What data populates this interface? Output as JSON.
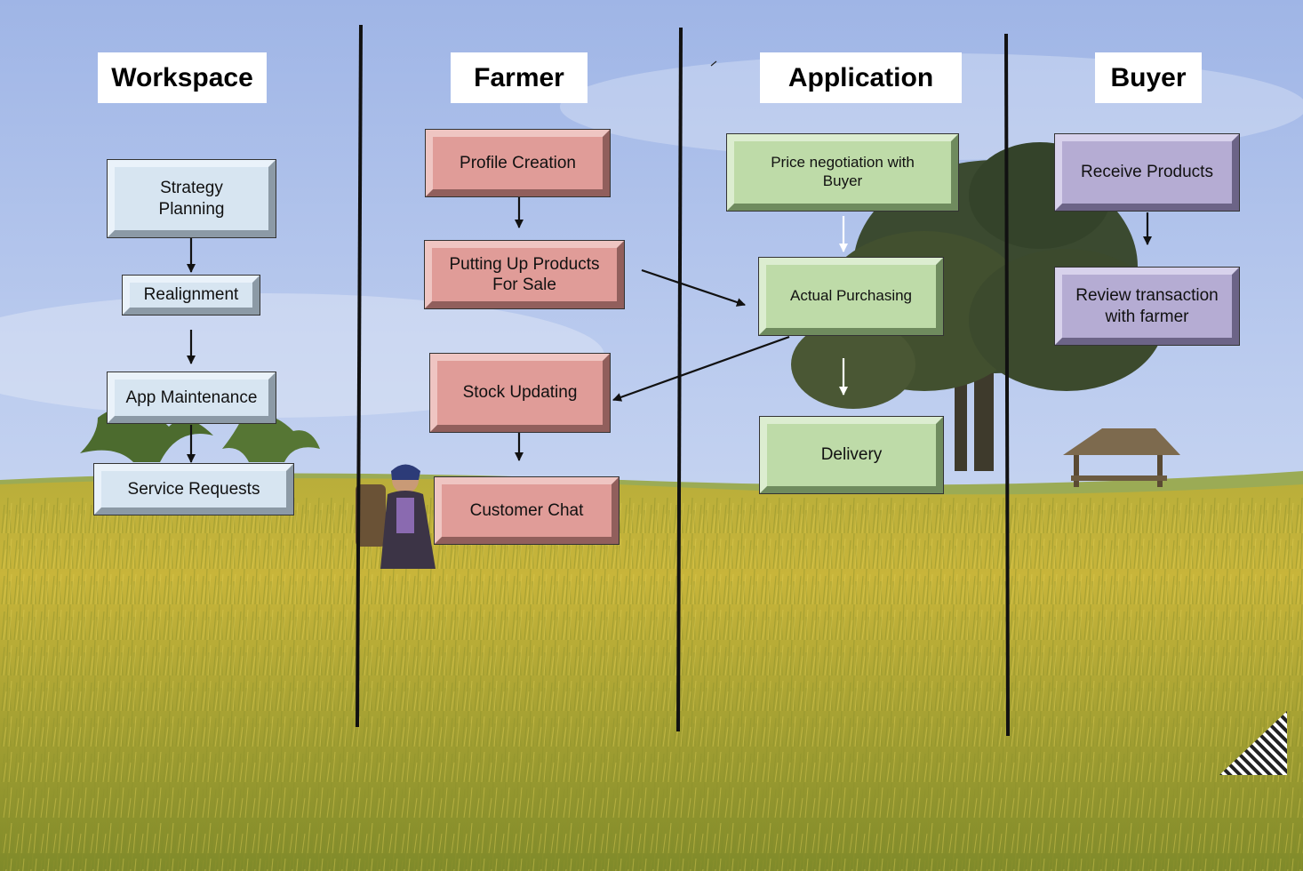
{
  "lanes": {
    "workspace": "Workspace",
    "farmer": "Farmer",
    "application": "Application",
    "buyer": "Buyer"
  },
  "steps": {
    "strategy_planning": "Strategy Planning",
    "realignment": "Realignment",
    "app_maintenance": "App Maintenance",
    "service_requests": "Service Requests",
    "profile_creation": "Profile Creation",
    "putting_up_products": "Putting Up Products For Sale",
    "stock_updating": "Stock Updating",
    "customer_chat": "Customer Chat",
    "price_negotiation": "Price negotiation with Buyer",
    "actual_purchasing": "Actual Purchasing",
    "delivery": "Delivery",
    "receive_products": "Receive Products",
    "review_transaction": "Review transaction with farmer"
  },
  "colors": {
    "workspace": "#d7e5f1",
    "farmer": "#e09c98",
    "application": "#bedba8",
    "buyer": "#b5acd3"
  },
  "background": "rice-field-landscape"
}
